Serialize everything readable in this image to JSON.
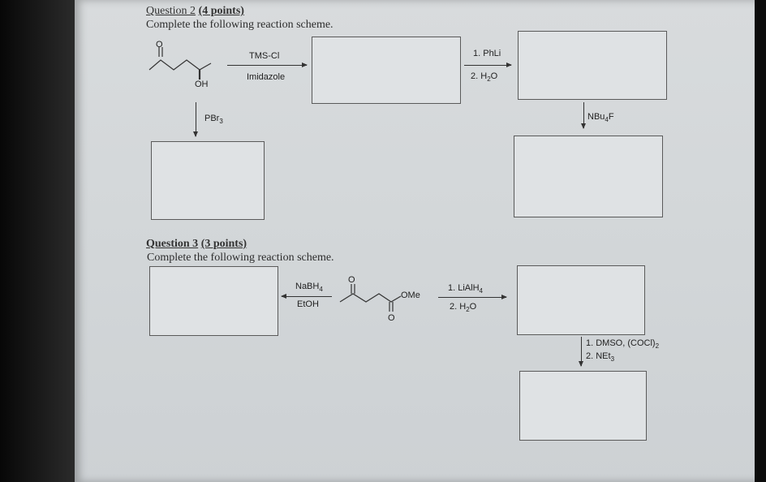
{
  "question2": {
    "heading": "Question 2",
    "points": "(4 points)",
    "instruction": "Complete the following reaction scheme."
  },
  "question3": {
    "heading": "Question 3",
    "points": "(3 points)",
    "instruction": "Complete the following reaction scheme."
  },
  "reagents": {
    "tmscl": "TMS-Cl",
    "imidazole": "Imidazole",
    "phli": "1. PhLi",
    "h2o_step2": "2. H",
    "pbr": "PBr",
    "nbu": "NBu",
    "nabh": "NaBH",
    "etoh": "EtOH",
    "lialh": "1. LiAlH",
    "h2o_lah": "2. H",
    "dmso": "1. DMSO, (COCl)",
    "net": "2. NEt"
  },
  "subscripts": {
    "two": "2",
    "three": "3",
    "four": "4"
  },
  "atoms": {
    "oh": "OH",
    "o": "O",
    "ome": "OMe"
  }
}
